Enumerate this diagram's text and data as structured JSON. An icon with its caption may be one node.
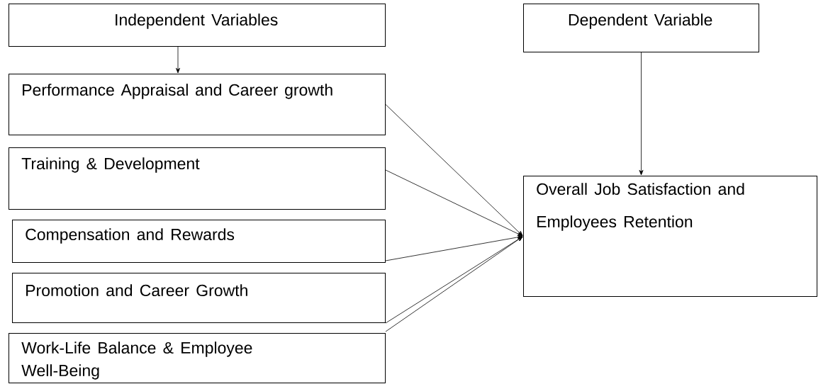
{
  "diagram": {
    "nodes": [
      {
        "text": [
          "Independent Variables"
        ]
      },
      {
        "text": [
          "Performance Appraisal and Career growth"
        ]
      },
      {
        "text": [
          "Training & Development"
        ]
      },
      {
        "text": [
          "Compensation and Rewards"
        ]
      },
      {
        "text": [
          "Promotion and Career Growth"
        ]
      },
      {
        "text": [
          "Work-Life Balance & Employee Well-Being"
        ]
      },
      {
        "text": [
          "Dependent Variable"
        ]
      },
      {
        "text": [
          "Overall Job Satisfaction and Employees Retention"
        ]
      }
    ],
    "edges": [
      {
        "from": 0,
        "to": 1,
        "arrow": "to"
      },
      {
        "from": 1,
        "to": 7,
        "arrow": "to"
      },
      {
        "from": 2,
        "to": 7,
        "arrow": "to"
      },
      {
        "from": 3,
        "to": 7,
        "arrow": "to"
      },
      {
        "from": 4,
        "to": 7,
        "arrow": "to"
      },
      {
        "from": 5,
        "to": 7,
        "arrow": "to"
      },
      {
        "from": 6,
        "to": 7,
        "arrow": "to"
      }
    ]
  }
}
